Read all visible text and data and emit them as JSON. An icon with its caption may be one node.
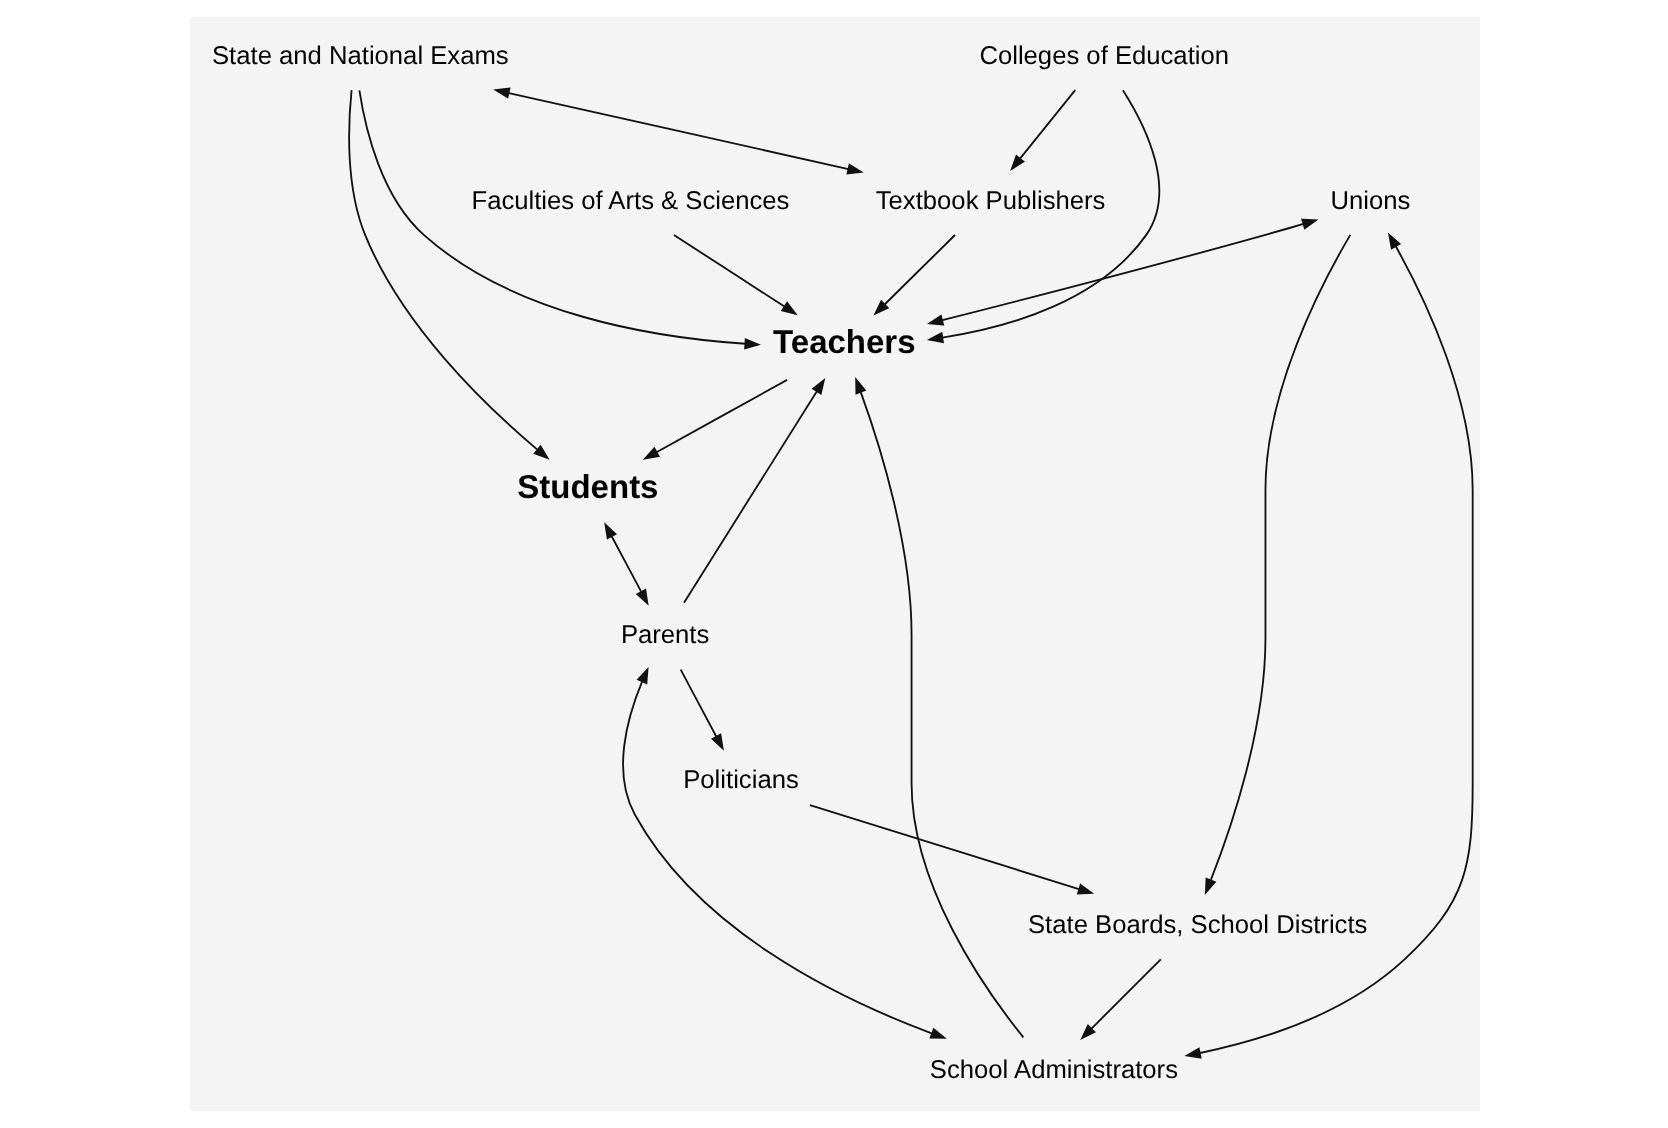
{
  "diagram": {
    "nodes": [
      {
        "text": [
          "State and National Exams"
        ]
      },
      {
        "text": [
          "Textbook Publishers"
        ]
      },
      {
        "text": [
          "Colleges of Education"
        ]
      },
      {
        "text": [
          "Faculties of Arts & Sciences"
        ]
      },
      {
        "text": [
          "Students"
        ]
      },
      {
        "text": [
          "Teachers"
        ]
      },
      {
        "text": [
          "State Boards, School Districts"
        ]
      },
      {
        "text": [
          "Parents"
        ]
      },
      {
        "text": [
          "School Administrators"
        ]
      },
      {
        "text": [
          "Politicians"
        ]
      },
      {
        "text": [
          "Unions"
        ]
      }
    ],
    "edges": [
      {
        "from": 0,
        "to": 1,
        "arrow": "both"
      },
      {
        "from": 2,
        "to": 1,
        "arrow": "to"
      },
      {
        "from": 0,
        "to": 4,
        "arrow": "to"
      },
      {
        "from": 0,
        "to": 5,
        "arrow": "to"
      },
      {
        "from": 1,
        "to": 5,
        "arrow": "to"
      },
      {
        "from": 2,
        "to": 5,
        "arrow": "to"
      },
      {
        "from": 3,
        "to": 5,
        "arrow": "to"
      },
      {
        "from": 5,
        "to": 4,
        "arrow": "to"
      },
      {
        "from": 4,
        "to": 7,
        "arrow": "both"
      },
      {
        "from": 7,
        "to": 5,
        "arrow": "to"
      },
      {
        "from": 10,
        "to": 5,
        "arrow": "both"
      },
      {
        "from": 8,
        "to": 5,
        "arrow": "to"
      },
      {
        "from": 7,
        "to": 8,
        "arrow": "both"
      },
      {
        "from": 7,
        "to": 9,
        "arrow": "to"
      },
      {
        "from": 6,
        "to": 8,
        "arrow": "to"
      },
      {
        "from": 10,
        "to": 6,
        "arrow": "to"
      },
      {
        "from": 9,
        "to": 6,
        "arrow": "to"
      },
      {
        "from": 10,
        "to": 8,
        "arrow": "both"
      }
    ]
  }
}
